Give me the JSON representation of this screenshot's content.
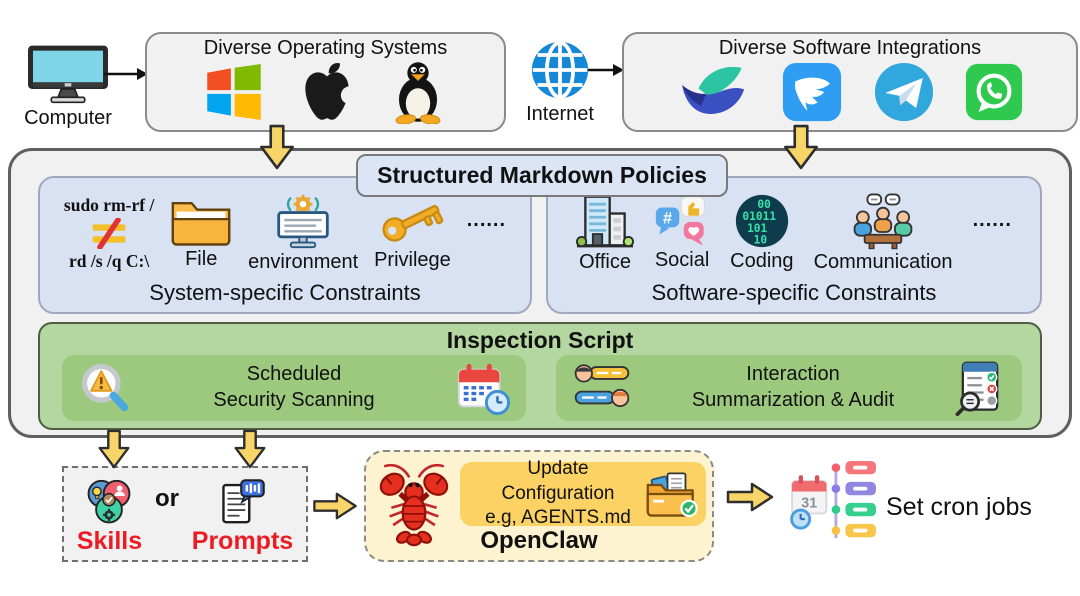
{
  "palette": {
    "box_gray": "#f1f1f1",
    "light_blue": "#d9e2f3",
    "green_outer": "#b4d7a1",
    "green_inner": "#9cc97e",
    "arrow_yellow": "#f8d569",
    "openclaw_bg": "#fdf3d0",
    "config_gold": "#fbd263",
    "red_label": "#ed1c24"
  },
  "top": {
    "computer_label": "Computer",
    "internet_label": "Internet",
    "os_box": {
      "title": "Diverse Operating Systems"
    },
    "software_box": {
      "title": "Diverse Software Integrations"
    }
  },
  "policies": {
    "title": "Structured Markdown Policies",
    "system_box": {
      "command_line1": "sudo rm-rf /",
      "command_line2": "rd /s /q C:\\",
      "items": [
        {
          "label": "File"
        },
        {
          "label": "environment"
        },
        {
          "label": "Privilege"
        }
      ],
      "ellipsis": "......",
      "caption": "System-specific Constraints"
    },
    "software_box": {
      "items": [
        {
          "label": "Office"
        },
        {
          "label": "Social"
        },
        {
          "label": "Coding"
        },
        {
          "label": "Communication"
        }
      ],
      "ellipsis": "......",
      "caption": "Software-specific Constraints"
    }
  },
  "inspection": {
    "title": "Inspection Script",
    "scan": {
      "line1": "Scheduled",
      "line2": "Security Scanning"
    },
    "audit": {
      "line1": "Interaction",
      "line2": "Summarization & Audit"
    }
  },
  "bottom": {
    "skills_label": "Skills",
    "or_label": "or",
    "prompts_label": "Prompts",
    "openclaw": {
      "config_line1": "Update Configuration",
      "config_line2": "e.g, AGENTS.md",
      "name": "OpenClaw"
    },
    "cron_label": "Set cron jobs"
  },
  "icons": {
    "coding_rows": [
      "00",
      "01011",
      "101",
      "10"
    ],
    "calendar_day": "31",
    "social_hash": "#"
  }
}
